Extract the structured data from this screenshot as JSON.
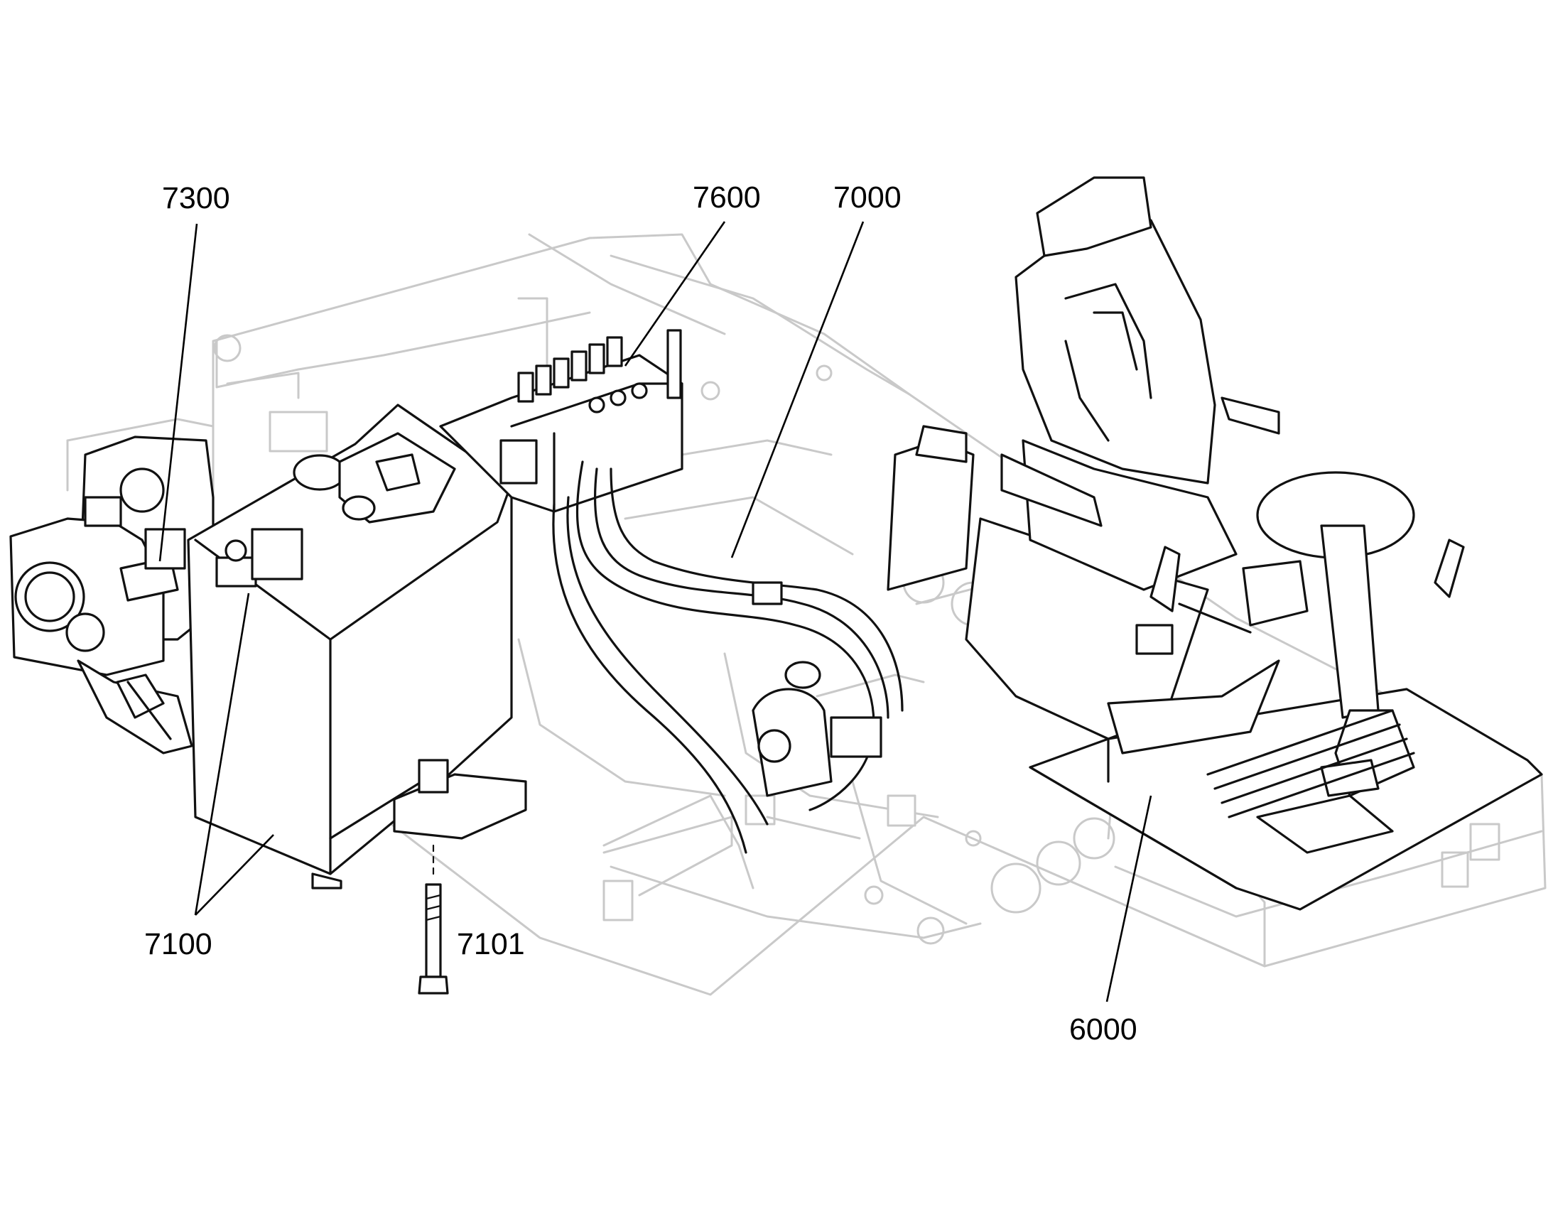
{
  "diagram": {
    "callouts": [
      {
        "id": "c7300",
        "label": "7300"
      },
      {
        "id": "c7600",
        "label": "7600"
      },
      {
        "id": "c7000",
        "label": "7000"
      },
      {
        "id": "c7100",
        "label": "7100"
      },
      {
        "id": "c7101",
        "label": "7101"
      },
      {
        "id": "c6000",
        "label": "6000"
      }
    ]
  }
}
